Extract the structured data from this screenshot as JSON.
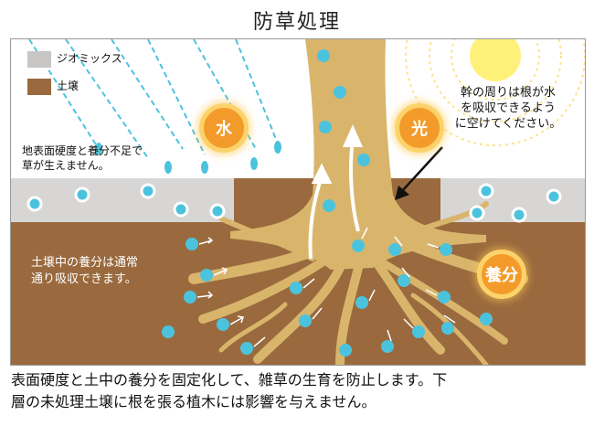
{
  "title": "防草処理",
  "legend": [
    {
      "label": "ジオミックス",
      "color": "#c8c6c4"
    },
    {
      "label": "土壌",
      "color": "#9a6a3e"
    }
  ],
  "badges": {
    "water": "水",
    "light": "光",
    "nutrient": "養分"
  },
  "callouts": {
    "surface": [
      "地表面硬度と養分不足で",
      "草が生えません。"
    ],
    "soil": [
      "土壌中の養分は通常",
      "通り吸収できます。"
    ],
    "trunk": [
      "幹の周りは根が水",
      "を吸収できるよう",
      "に空けてください。"
    ]
  },
  "caption": [
    "表面硬度と土中の養分を固定化して、雑草の生育を防止します。下",
    "層の未処理土壌に根を張る植木には影響を与えません。"
  ],
  "colors": {
    "geomix": "#d8d6d4",
    "soil": "#9a6a3e",
    "trunk": "#d9b56c",
    "water": "#4cc3dd",
    "badge": "#f39b2a"
  }
}
